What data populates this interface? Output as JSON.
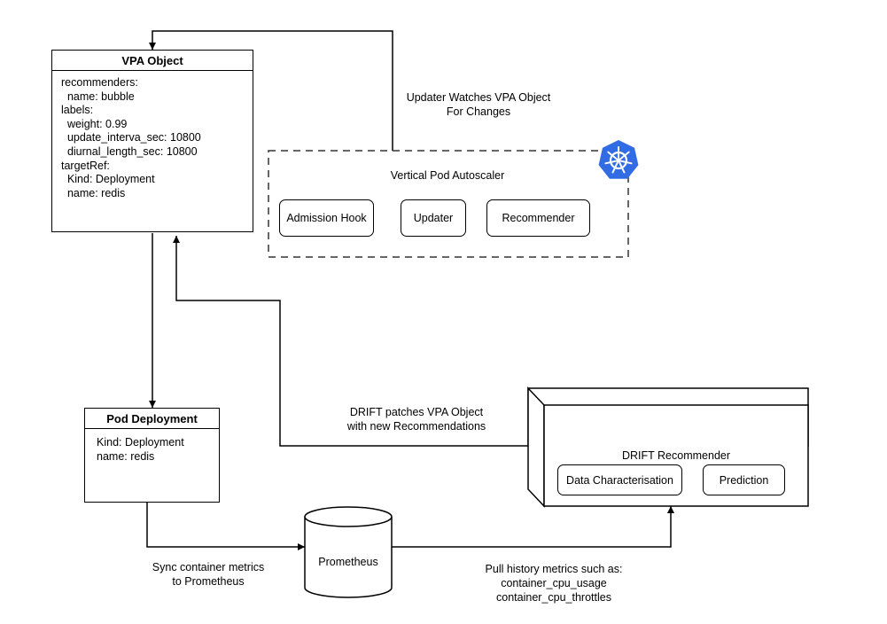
{
  "vpa_object": {
    "title": "VPA Object",
    "lines": [
      "recommenders:",
      "  name: bubble",
      "labels:",
      "  weight: 0.99",
      "  update_interva_sec: 10800",
      "  diurnal_length_sec: 10800",
      "targetRef:",
      "  Kind: Deployment",
      "  name: redis"
    ]
  },
  "updater_watch_label": [
    "Updater Watches VPA Object",
    "For Changes"
  ],
  "vpa": {
    "title": "Vertical Pod Autoscaler",
    "components": [
      "Admission Hook",
      "Updater",
      "Recommender"
    ],
    "logo_icon": "kubernetes-icon",
    "logo_color": "#326ce5"
  },
  "pod_deployment": {
    "title": "Pod Deployment",
    "lines": [
      "Kind: Deployment",
      "name: redis"
    ]
  },
  "drift_patch_label": [
    "DRIFT patches VPA Object",
    "with new Recommendations"
  ],
  "drift": {
    "title": "DRIFT Recommender",
    "components": [
      "Data Characterisation",
      "Prediction"
    ]
  },
  "prometheus": {
    "label": "Prometheus"
  },
  "sync_label": [
    "Sync container metrics",
    "to Prometheus"
  ],
  "pull_label": [
    "Pull history metrics such as:",
    "container_cpu_usage",
    "container_cpu_throttles"
  ]
}
